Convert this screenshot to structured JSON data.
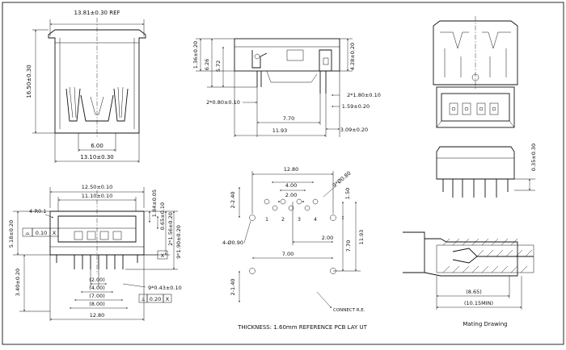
{
  "top_left": {
    "width_ref": "13.81±0.30 REF",
    "height": "16.50±0.30",
    "bottom_inner": "6.00",
    "bottom_outer": "13.10±0.30"
  },
  "top_mid": {
    "h1": "1.36±0.20",
    "h2": "6.26",
    "h3": "5.72",
    "h4": "4.28±0.20",
    "pin": "2*0.80±0.10",
    "d_a": "2*1.80±0.10",
    "d_b": "1.59±0.20",
    "w1": "7.70",
    "w2": "11.93",
    "w3": "3.09±0.20"
  },
  "right_mid": {
    "h": "0.35±0.30"
  },
  "front": {
    "r": "4-R0.1",
    "w1": "12.50±0.10",
    "w2": "11.10±0.10",
    "h1": "1.84±0.05",
    "h2": "0.65±0.10",
    "h3": "2*1.56±0.20",
    "h4": "9*1.90±0.20",
    "left_h": "5.18±0.20",
    "tol_sym": "⌓",
    "tol_val": "0.10",
    "tol_ref": "X",
    "x_ref": "X",
    "left_h2": "3.40±0.20",
    "b1": "(2.00)",
    "b2": "(4.00)",
    "b3": "(7.00)",
    "b4": "(8.00)",
    "b5": "12.80",
    "pin": "9*0.43±0.10",
    "fc_sym": "⊥",
    "fc_val": "0.20",
    "fc_ref": "X"
  },
  "pcb": {
    "w": "12.80",
    "pitch_label": "9*Ø0.80",
    "w2": "4.00",
    "w3": "2.00",
    "side": "2-2.40",
    "h1": "1.50",
    "n1": "1",
    "n2": "2",
    "n3": "3",
    "n4": "4",
    "hole": "4-Ø0.90",
    "center": "2.00",
    "mid": "7.00",
    "h2": "7.70",
    "h3": "11.93",
    "bot": "2-1.40",
    "connect": "CONNECT R.E.",
    "thickness": "THICKNESS: 1.60mm REFERENCE PCB LAY UT"
  },
  "mating": {
    "d1": "(8.65)",
    "d2": "(10.15MIN)",
    "caption": "Mating Drawing"
  }
}
